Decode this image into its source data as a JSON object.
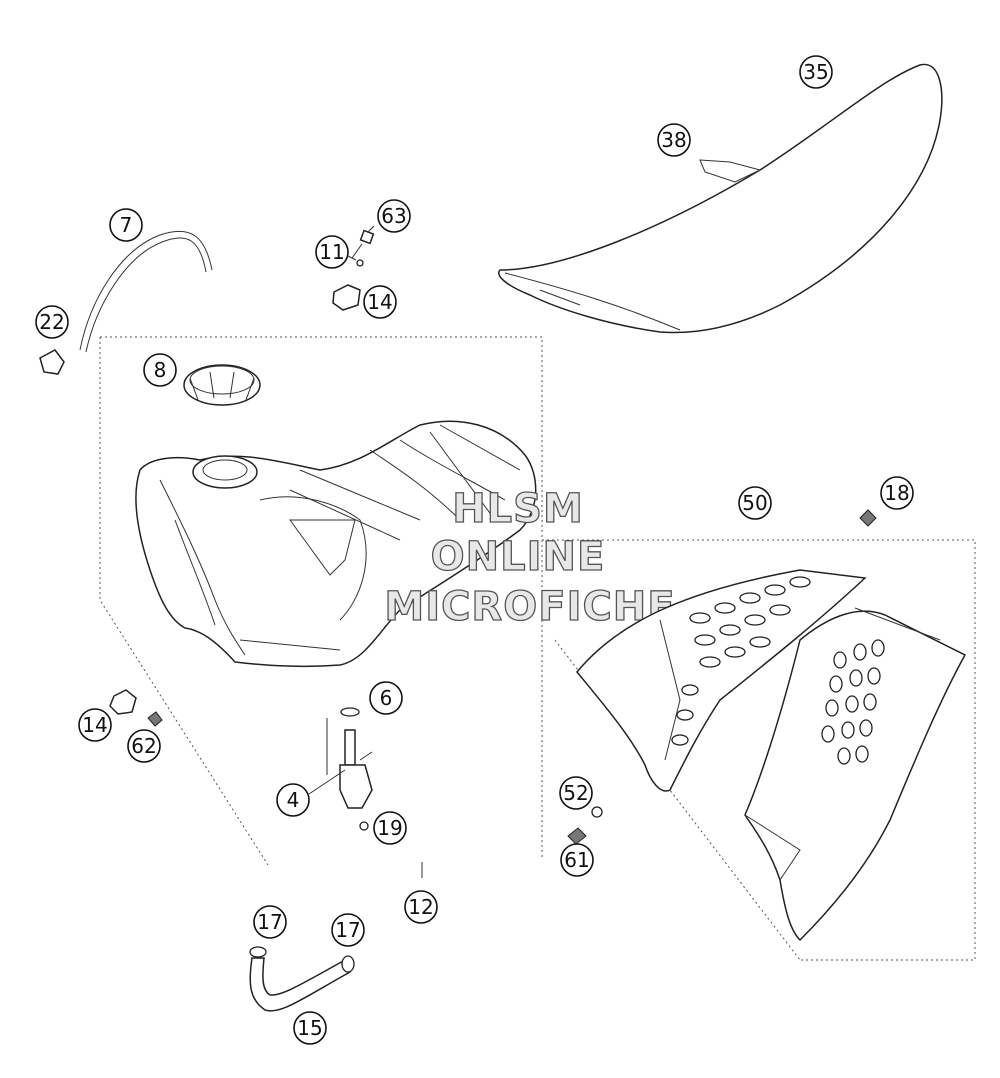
{
  "watermark": {
    "line1": "HLSM",
    "line2": "ONLINE",
    "line3": "MICROFICHE"
  },
  "callouts": {
    "c35": "35",
    "c38": "38",
    "c7": "7",
    "c63": "63",
    "c11": "11",
    "c14a": "14",
    "c22": "22",
    "c8": "8",
    "c50": "50",
    "c18": "18",
    "c6": "6",
    "c14b": "14",
    "c62": "62",
    "c4": "4",
    "c19": "19",
    "c52": "52",
    "c61": "61",
    "c12": "12",
    "c17a": "17",
    "c17b": "17",
    "c15": "15"
  },
  "parts": {
    "seat": "seat",
    "fuel_tank": "fuel-tank",
    "tank_cap": "tank-cap",
    "breather_hose": "breather-hose",
    "spoiler_left": "spoiler-left",
    "spoiler_right": "spoiler-right",
    "fuel_tap": "fuel-tap",
    "fuel_hose": "fuel-hose"
  }
}
